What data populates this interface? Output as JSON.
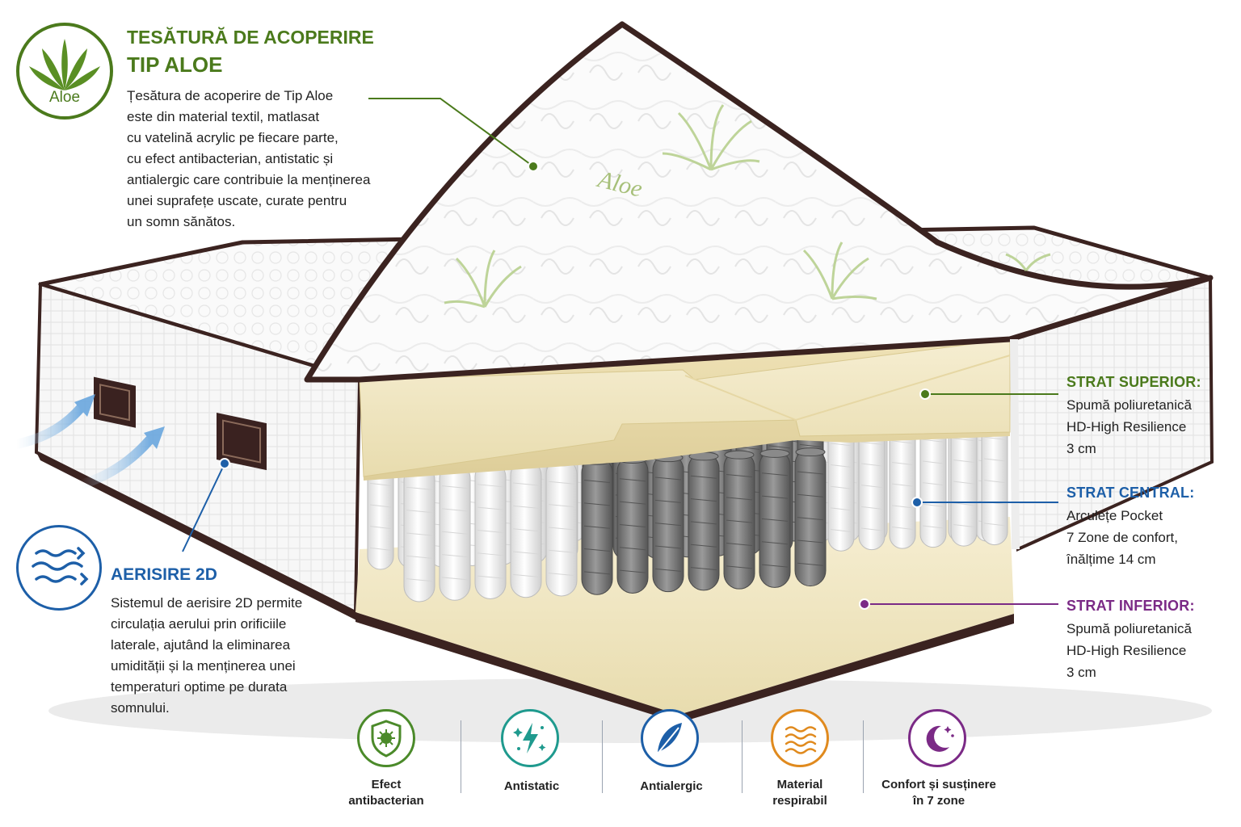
{
  "aloe": {
    "badge_text": "Aloe",
    "title_line1": "TESĂTURĂ DE ACOPERIRE",
    "title_line2": "TIP ALOE",
    "description_lines": [
      "Țesătura de acoperire de Tip Aloe",
      "este din material textil, matlasat",
      "cu vatelină acrylic pe fiecare parte,",
      "cu efect antibacterian, antistatic și",
      "antialergic care contribuie la menținerea",
      "unei suprafețe uscate, curate pentru",
      "un somn sănătos."
    ]
  },
  "mattress_label": "Aloe",
  "aeration": {
    "title": "AERISIRE 2D",
    "description_lines": [
      "Sistemul de aerisire 2D permite",
      "circulația aerului prin orificiile",
      "laterale, ajutând la eliminarea",
      "umidității și la menținerea unei",
      "temperaturi optime pe durata",
      "somnului."
    ]
  },
  "layers": {
    "top": {
      "title": "STRAT SUPERIOR:",
      "lines": [
        "Spumă poliuretanică",
        "HD-High Resilience",
        "3 cm"
      ]
    },
    "central": {
      "title": "STRAT CENTRAL:",
      "lines": [
        "Arculețe Pocket",
        "7 Zone de confort,",
        "înălțime 14 cm"
      ]
    },
    "bottom": {
      "title": "STRAT INFERIOR:",
      "lines": [
        "Spumă poliuretanică",
        "HD-High Resilience",
        "3 cm"
      ]
    }
  },
  "features": [
    {
      "label_line1": "Efect",
      "label_line2": "antibacterian",
      "icon": "shield-bacteria-icon",
      "color": "#4b8a2a"
    },
    {
      "label_line1": "Antistatic",
      "label_line2": "",
      "icon": "lightning-sparkle-icon",
      "color": "#1f9a8e"
    },
    {
      "label_line1": "Antialergic",
      "label_line2": "",
      "icon": "feather-icon",
      "color": "#1d5fa8"
    },
    {
      "label_line1": "Material",
      "label_line2": "respirabil",
      "icon": "airflow-waves-icon",
      "color": "#e08a1e"
    },
    {
      "label_line1": "Confort și susținere",
      "label_line2": "în 7 zone",
      "icon": "moon-stars-icon",
      "color": "#7b2a86"
    }
  ],
  "colors": {
    "green": "#4b7a1c",
    "blue": "#1d5fa8",
    "purple": "#7b2a86",
    "foam": "#f2e8c6",
    "border": "#3b2320"
  }
}
